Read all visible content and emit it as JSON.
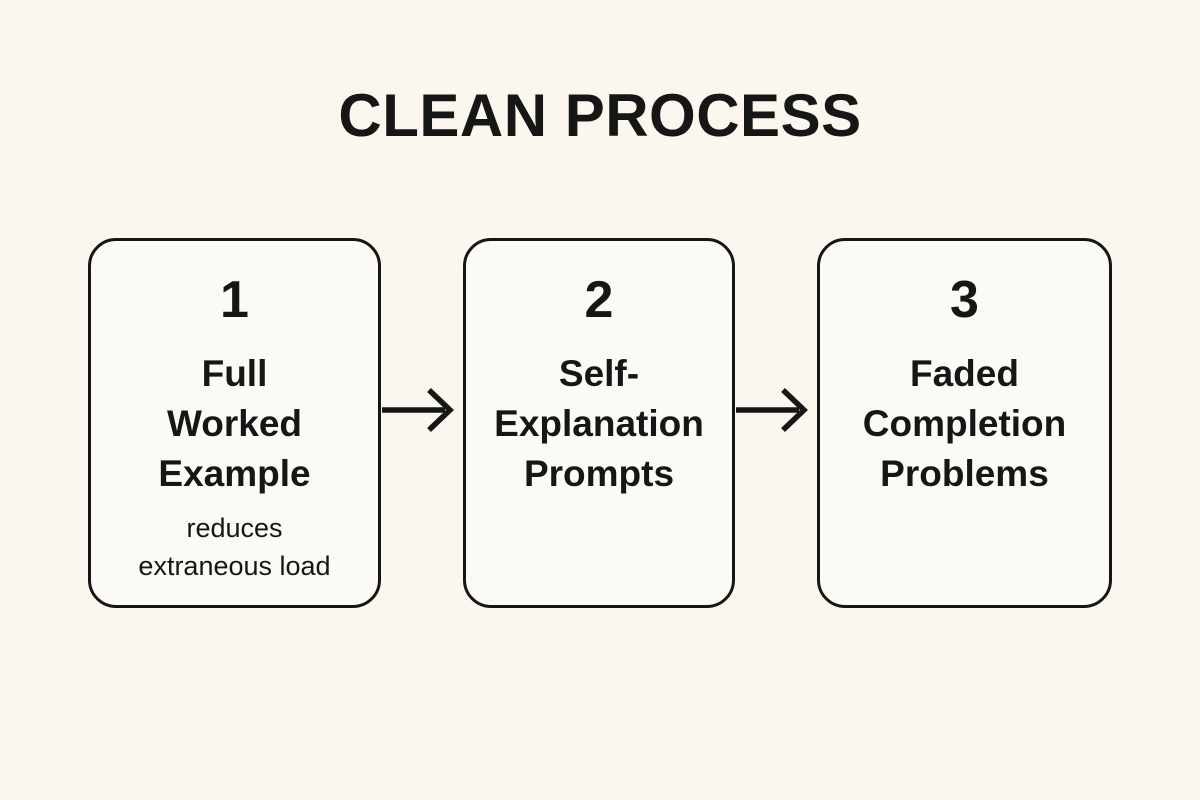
{
  "title": "CLEAN PROCESS",
  "steps": [
    {
      "number": "1",
      "label": "Full\nWorked\nExample",
      "note": "reduces\nextraneous load"
    },
    {
      "number": "2",
      "label": "Self-\nExplanation\nPrompts",
      "note": ""
    },
    {
      "number": "3",
      "label": "Faded\nCompletion\nProblems",
      "note": ""
    }
  ],
  "icons": {
    "connector": "arrow-right-icon"
  },
  "colors": {
    "background": "#FBF7EF",
    "card_background": "#FCFAF4",
    "line": "#161616",
    "text": "#161616"
  }
}
